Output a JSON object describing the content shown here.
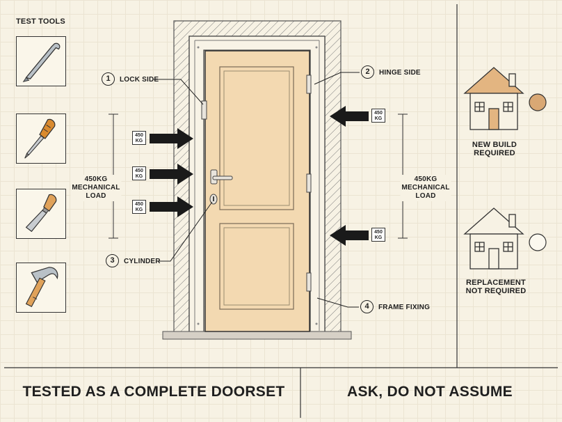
{
  "title": "TEST TOOLS",
  "tools": [
    {
      "name": "crowbar",
      "icon": "crowbar-icon"
    },
    {
      "name": "screwdriver",
      "icon": "screwdriver-icon"
    },
    {
      "name": "chisel",
      "icon": "chisel-icon"
    },
    {
      "name": "hammer",
      "icon": "hammer-icon"
    }
  ],
  "callouts": {
    "lock_side": {
      "number": "1",
      "label": "LOCK SIDE"
    },
    "hinge_side": {
      "number": "2",
      "label": "HINGE SIDE"
    },
    "cylinder": {
      "number": "3",
      "label": "CYLINDER"
    },
    "frame_fixing": {
      "number": "4",
      "label": "FRAME FIXING"
    }
  },
  "load_badge": {
    "line1": "450",
    "line2": "KG"
  },
  "load_left": {
    "line1": "450KG",
    "line2": "MECHANICAL",
    "line3": "LOAD"
  },
  "load_right": {
    "line1": "450KG",
    "line2": "MECHANICAL",
    "line3": "LOAD"
  },
  "houses": {
    "new_build": {
      "line1": "NEW BUILD",
      "line2": "REQUIRED",
      "indicator": "filled"
    },
    "replacement": {
      "line1": "REPLACEMENT",
      "line2": "NOT REQUIRED",
      "indicator": "empty"
    }
  },
  "footer": {
    "left": "TESTED AS A COMPLETE DOORSET",
    "right": "ASK, DO NOT ASSUME"
  },
  "colors": {
    "door": "#f3d9b1",
    "indicator_fill": "#d9a874",
    "ink": "#1f1f1f"
  }
}
